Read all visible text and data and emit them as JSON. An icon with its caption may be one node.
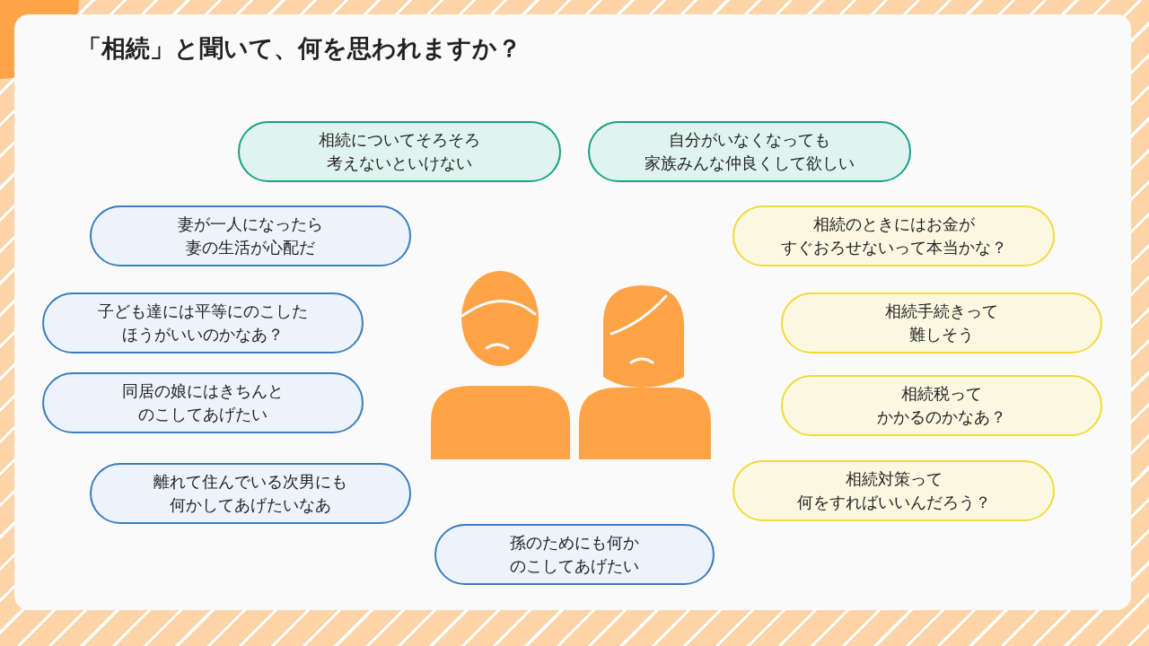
{
  "diagram": {
    "title": "「相続」と聞いて、何を思われますか？",
    "nodes": [
      {
        "text": [
          "相続についてそろそろ考えないといけない"
        ]
      },
      {
        "text": [
          "自分がいなくなっても家族みんな仲良くして欲しい"
        ]
      },
      {
        "text": [
          "妻が一人になったら妻の生活が心配だ"
        ]
      },
      {
        "text": [
          "相続のときにはお金がすぐおろせないって本当かな？"
        ]
      },
      {
        "text": [
          "子ども達には平等にのこしたほうがいいのかなあ？"
        ]
      },
      {
        "text": [
          "相続手続きって難しそう"
        ]
      },
      {
        "text": [
          "同居の娘にはきちんとのこしてあげたい"
        ]
      },
      {
        "text": [
          "相続税ってかかるのかなあ？"
        ]
      },
      {
        "text": [
          "離れて住んでいる次男にも何かしてあげたいなあ"
        ]
      },
      {
        "text": [
          "相続対策って何をすればいいんだろう？"
        ]
      },
      {
        "text": [
          "孫のためにも何かのこしてあげたい"
        ]
      }
    ]
  }
}
